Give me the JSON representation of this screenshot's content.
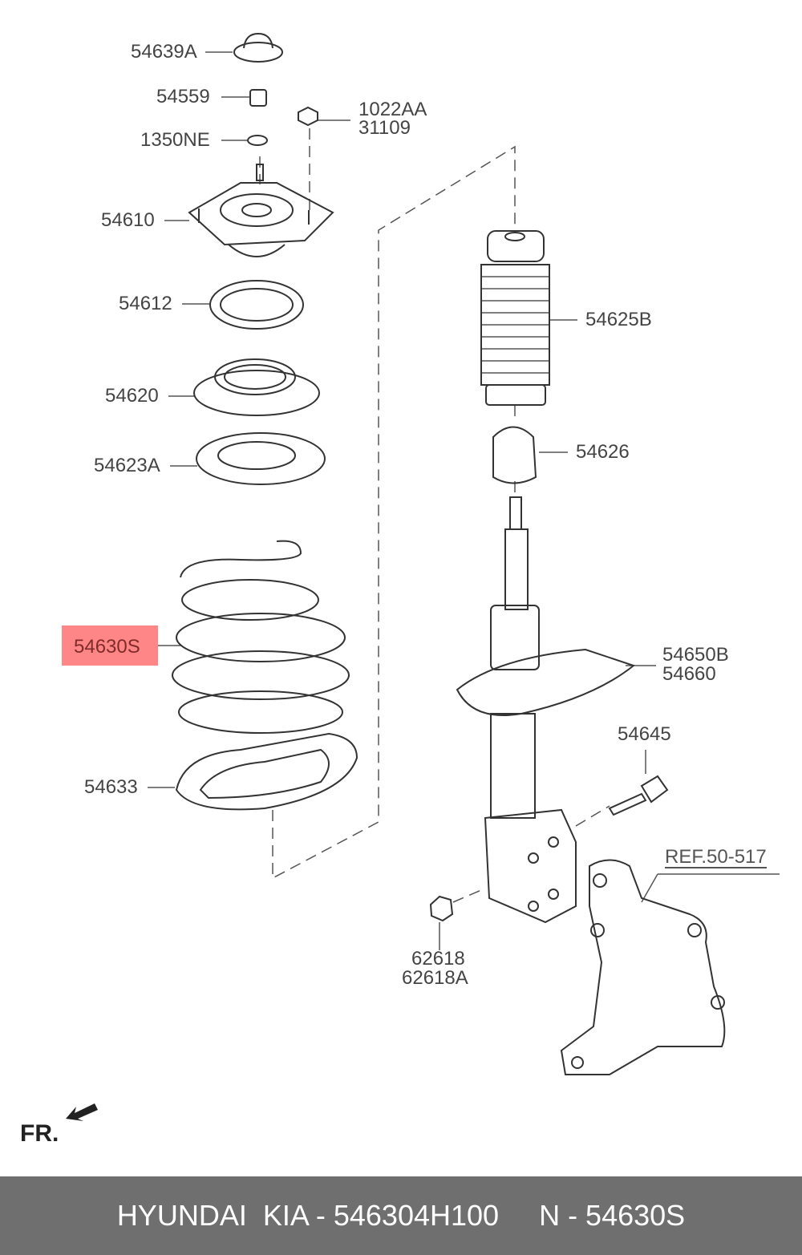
{
  "parts": {
    "p54639A": "54639A",
    "p54559": "54559",
    "p1350NE": "1350NE",
    "p1022AA": "1022AA",
    "p31109": "31109",
    "p54610": "54610",
    "p54612": "54612",
    "p54620": "54620",
    "p54623A": "54623A",
    "p54630S": "54630S",
    "p54633": "54633",
    "p54625B": "54625B",
    "p54626": "54626",
    "p54650B": "54650B",
    "p54660": "54660",
    "p54645": "54645",
    "p62618": "62618",
    "p62618A": "62618A"
  },
  "reference": "REF.50-517",
  "front_marker": "FR.",
  "highlight_color": "#ff8080",
  "footer": {
    "text": "HYUNDAI  KIA - 546304H100     N - 54630S"
  }
}
